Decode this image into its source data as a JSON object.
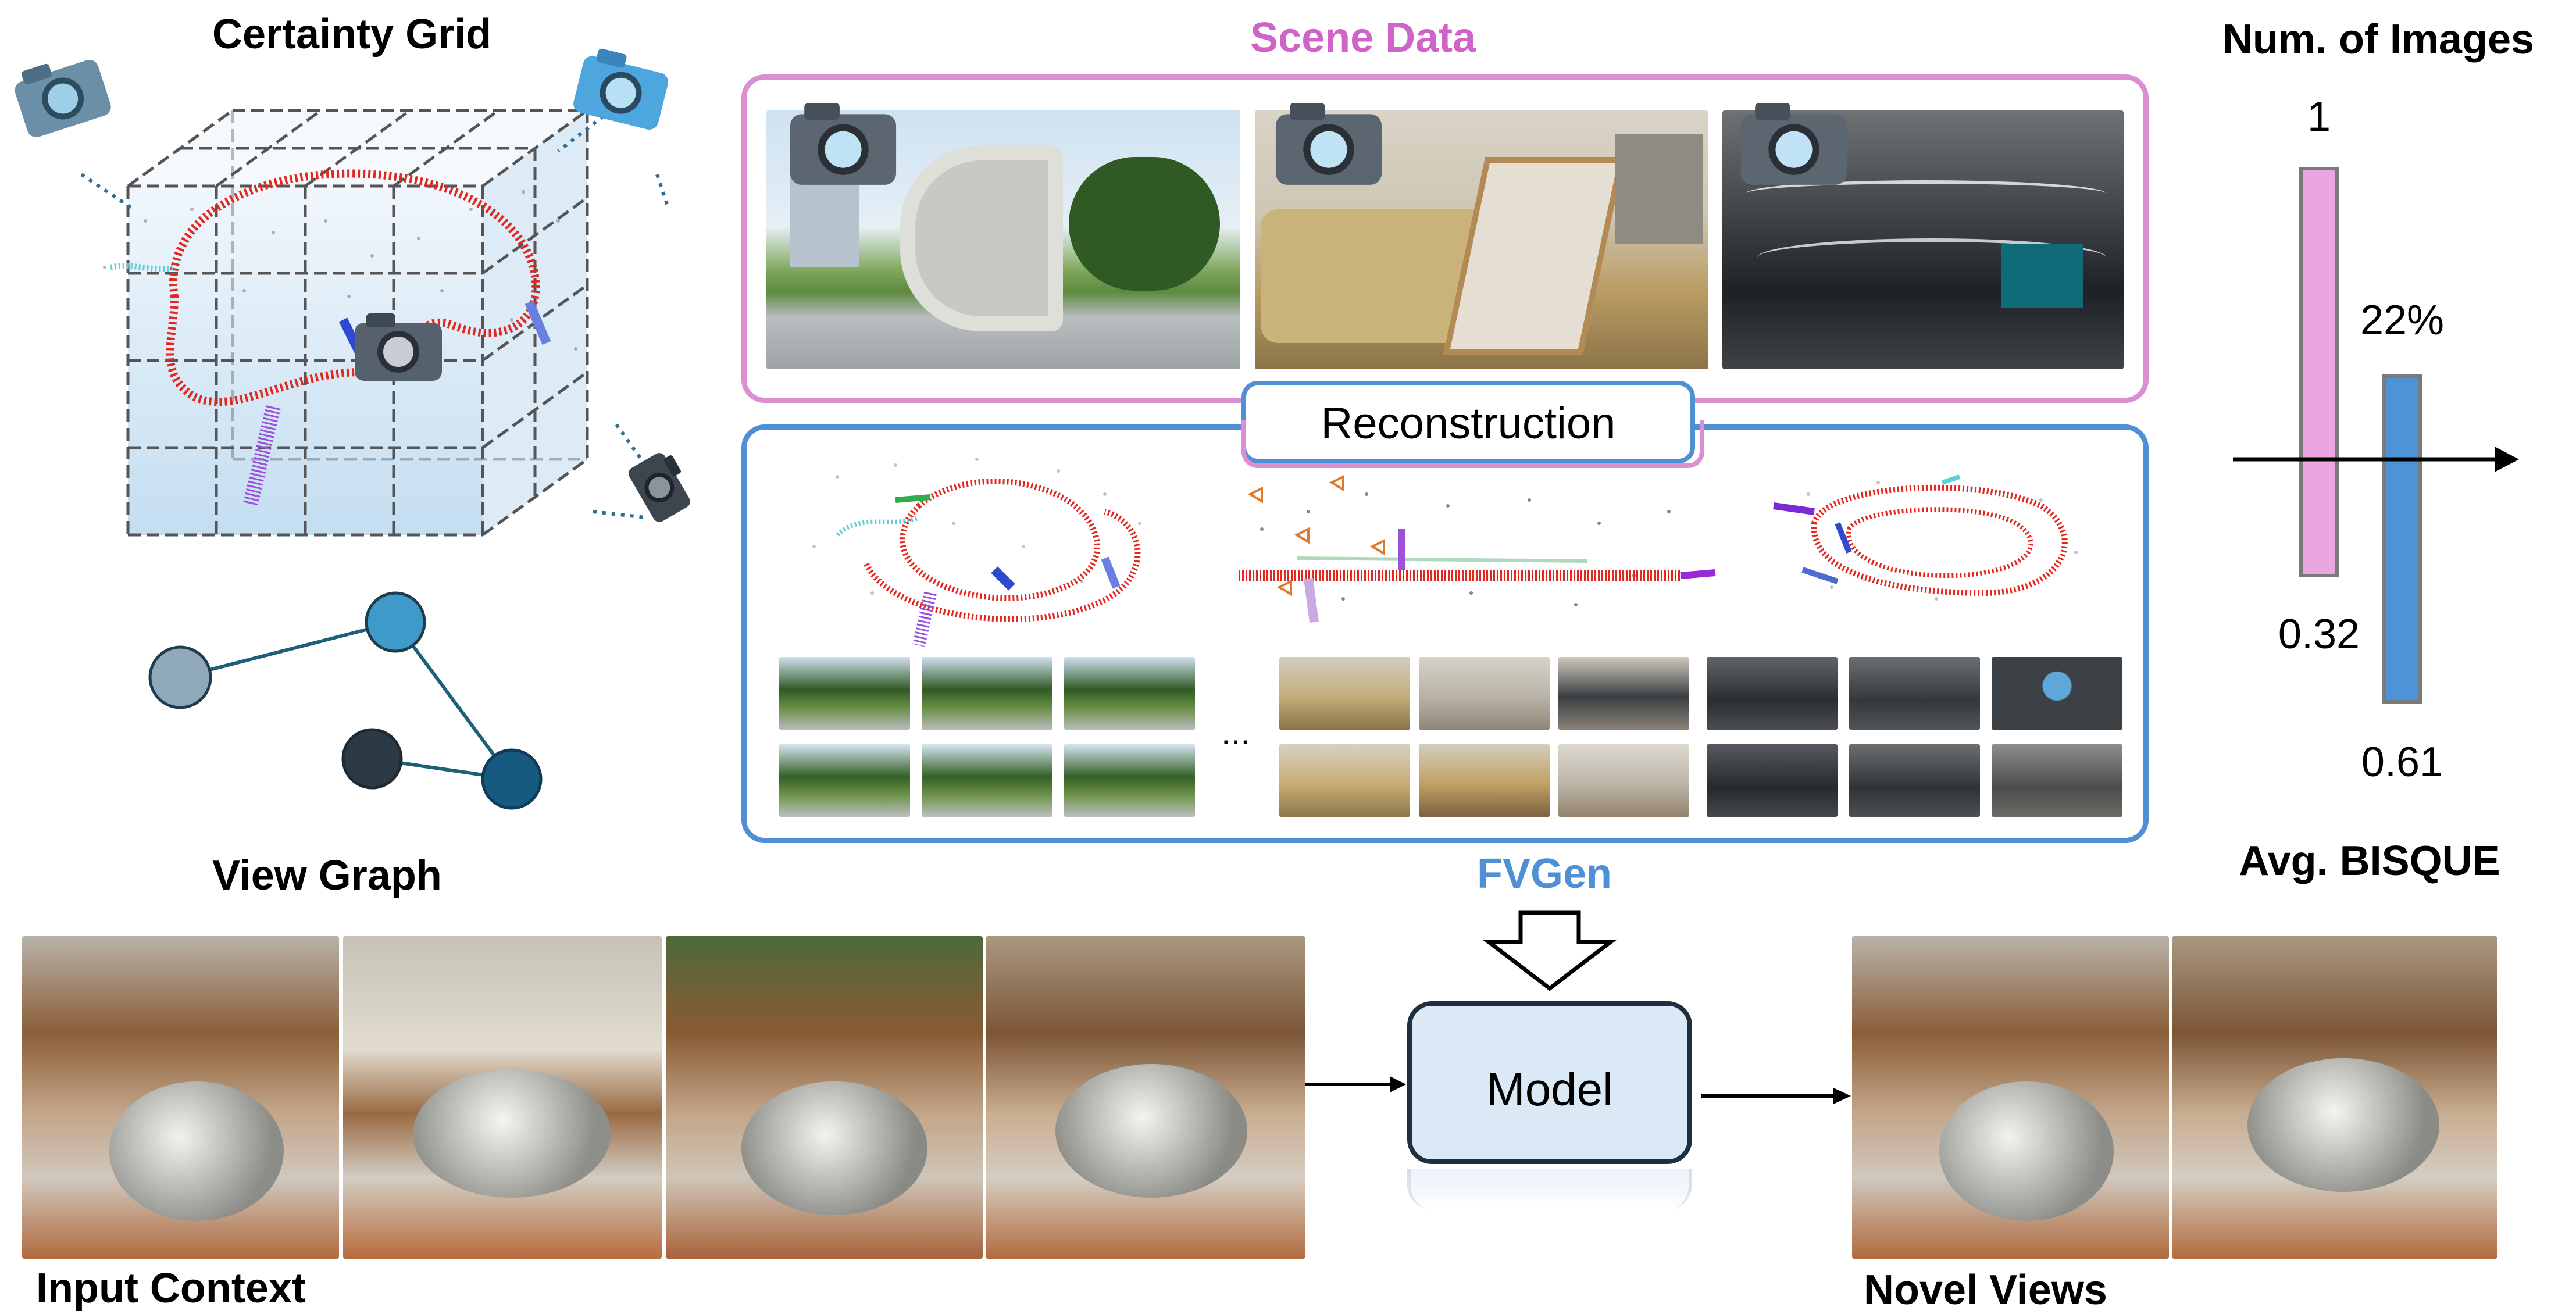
{
  "labels": {
    "certainty_grid": "Certainty Grid",
    "view_graph": "View Graph",
    "scene_data": "Scene Data",
    "reconstruction": "Reconstruction",
    "fvgen": "FVGen",
    "model": "Model",
    "input_context": "Input Context",
    "novel_views": "Novel Views",
    "ellipsis": "..."
  },
  "colors": {
    "scene_border": "#d98fd0",
    "scene_title": "#cf63c8",
    "recon_border": "#4f8fd6",
    "fvgen": "#4f8fd6",
    "model_fill": "#dbe8f6",
    "pink_bar": "#e9a6e1",
    "blue_bar": "#4e92d8",
    "trajectory_red": "#e3261e"
  },
  "icons": [
    "camera-icon",
    "arrow-right-icon",
    "hollow-down-arrow-icon",
    "graph-node-icon"
  ],
  "chart_data": {
    "type": "bar",
    "title": "Num. of Images",
    "xlabel": "Avg. BISQUE",
    "series": [
      {
        "name": "pink",
        "num_images": "1",
        "bisque": "0.32",
        "color": "#e9a6e1"
      },
      {
        "name": "blue",
        "num_images": "22%",
        "bisque": "0.61",
        "color": "#4e92d8"
      }
    ],
    "annotations": [
      "1",
      "22%",
      "0.32",
      "0.61"
    ]
  }
}
